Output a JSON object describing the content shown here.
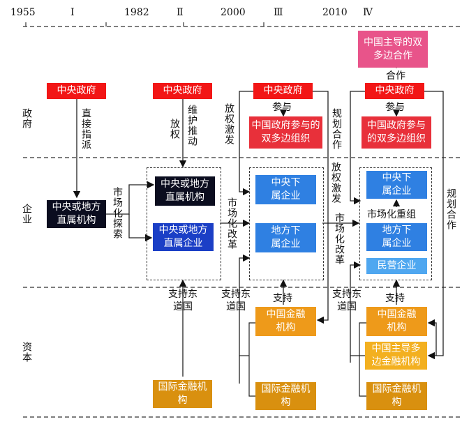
{
  "timeline": {
    "years": [
      "1955",
      "1982",
      "2000",
      "2010"
    ],
    "stages": [
      "Ⅰ",
      "Ⅱ",
      "Ⅲ",
      "Ⅳ"
    ]
  },
  "rows": {
    "government": "政府",
    "enterprise": "企业",
    "capital": "资本"
  },
  "stage1": {
    "gov": "中央政府",
    "link": "直接指派",
    "ent": "中央或地方直属机构",
    "link2": "市场化探索"
  },
  "stage2": {
    "gov": "中央政府",
    "link_a": "放权",
    "link_b": "维护推动",
    "ent_a": "中央或地方直属机构",
    "ent_b": "中央或地方直属企业",
    "link_c": "市场化改革",
    "support": "支持东道国",
    "intl": "国际金融机构"
  },
  "stage3": {
    "link_a": "放权激发",
    "gov": "中央政府",
    "participate": "参与",
    "org": "中国政府参与的双多边组织",
    "link_b": "规划合作",
    "ent_a": "中央下属企业",
    "ent_b": "地方下属企业",
    "link_c": "放权激发",
    "link_d": "市场化改革",
    "support_a": "支持东道国",
    "support_b": "支持",
    "fin": "中国金融机构",
    "intl": "国际金融机构"
  },
  "stage4": {
    "coop_box": "中国主导的双多边合作",
    "coop": "合作",
    "gov": "中央政府",
    "participate": "参与",
    "org": "中国政府参与的双多边组织",
    "ent_a": "中央下属企业",
    "restructure": "市场化重组",
    "ent_b": "地方下属企业",
    "ent_c": "民营企业",
    "link_plan": "规划合作",
    "support_a": "支持东道国",
    "support_b": "支持",
    "fin": "中国金融机构",
    "multi": "中国主导多边金融机构",
    "intl": "国际金融机构"
  }
}
